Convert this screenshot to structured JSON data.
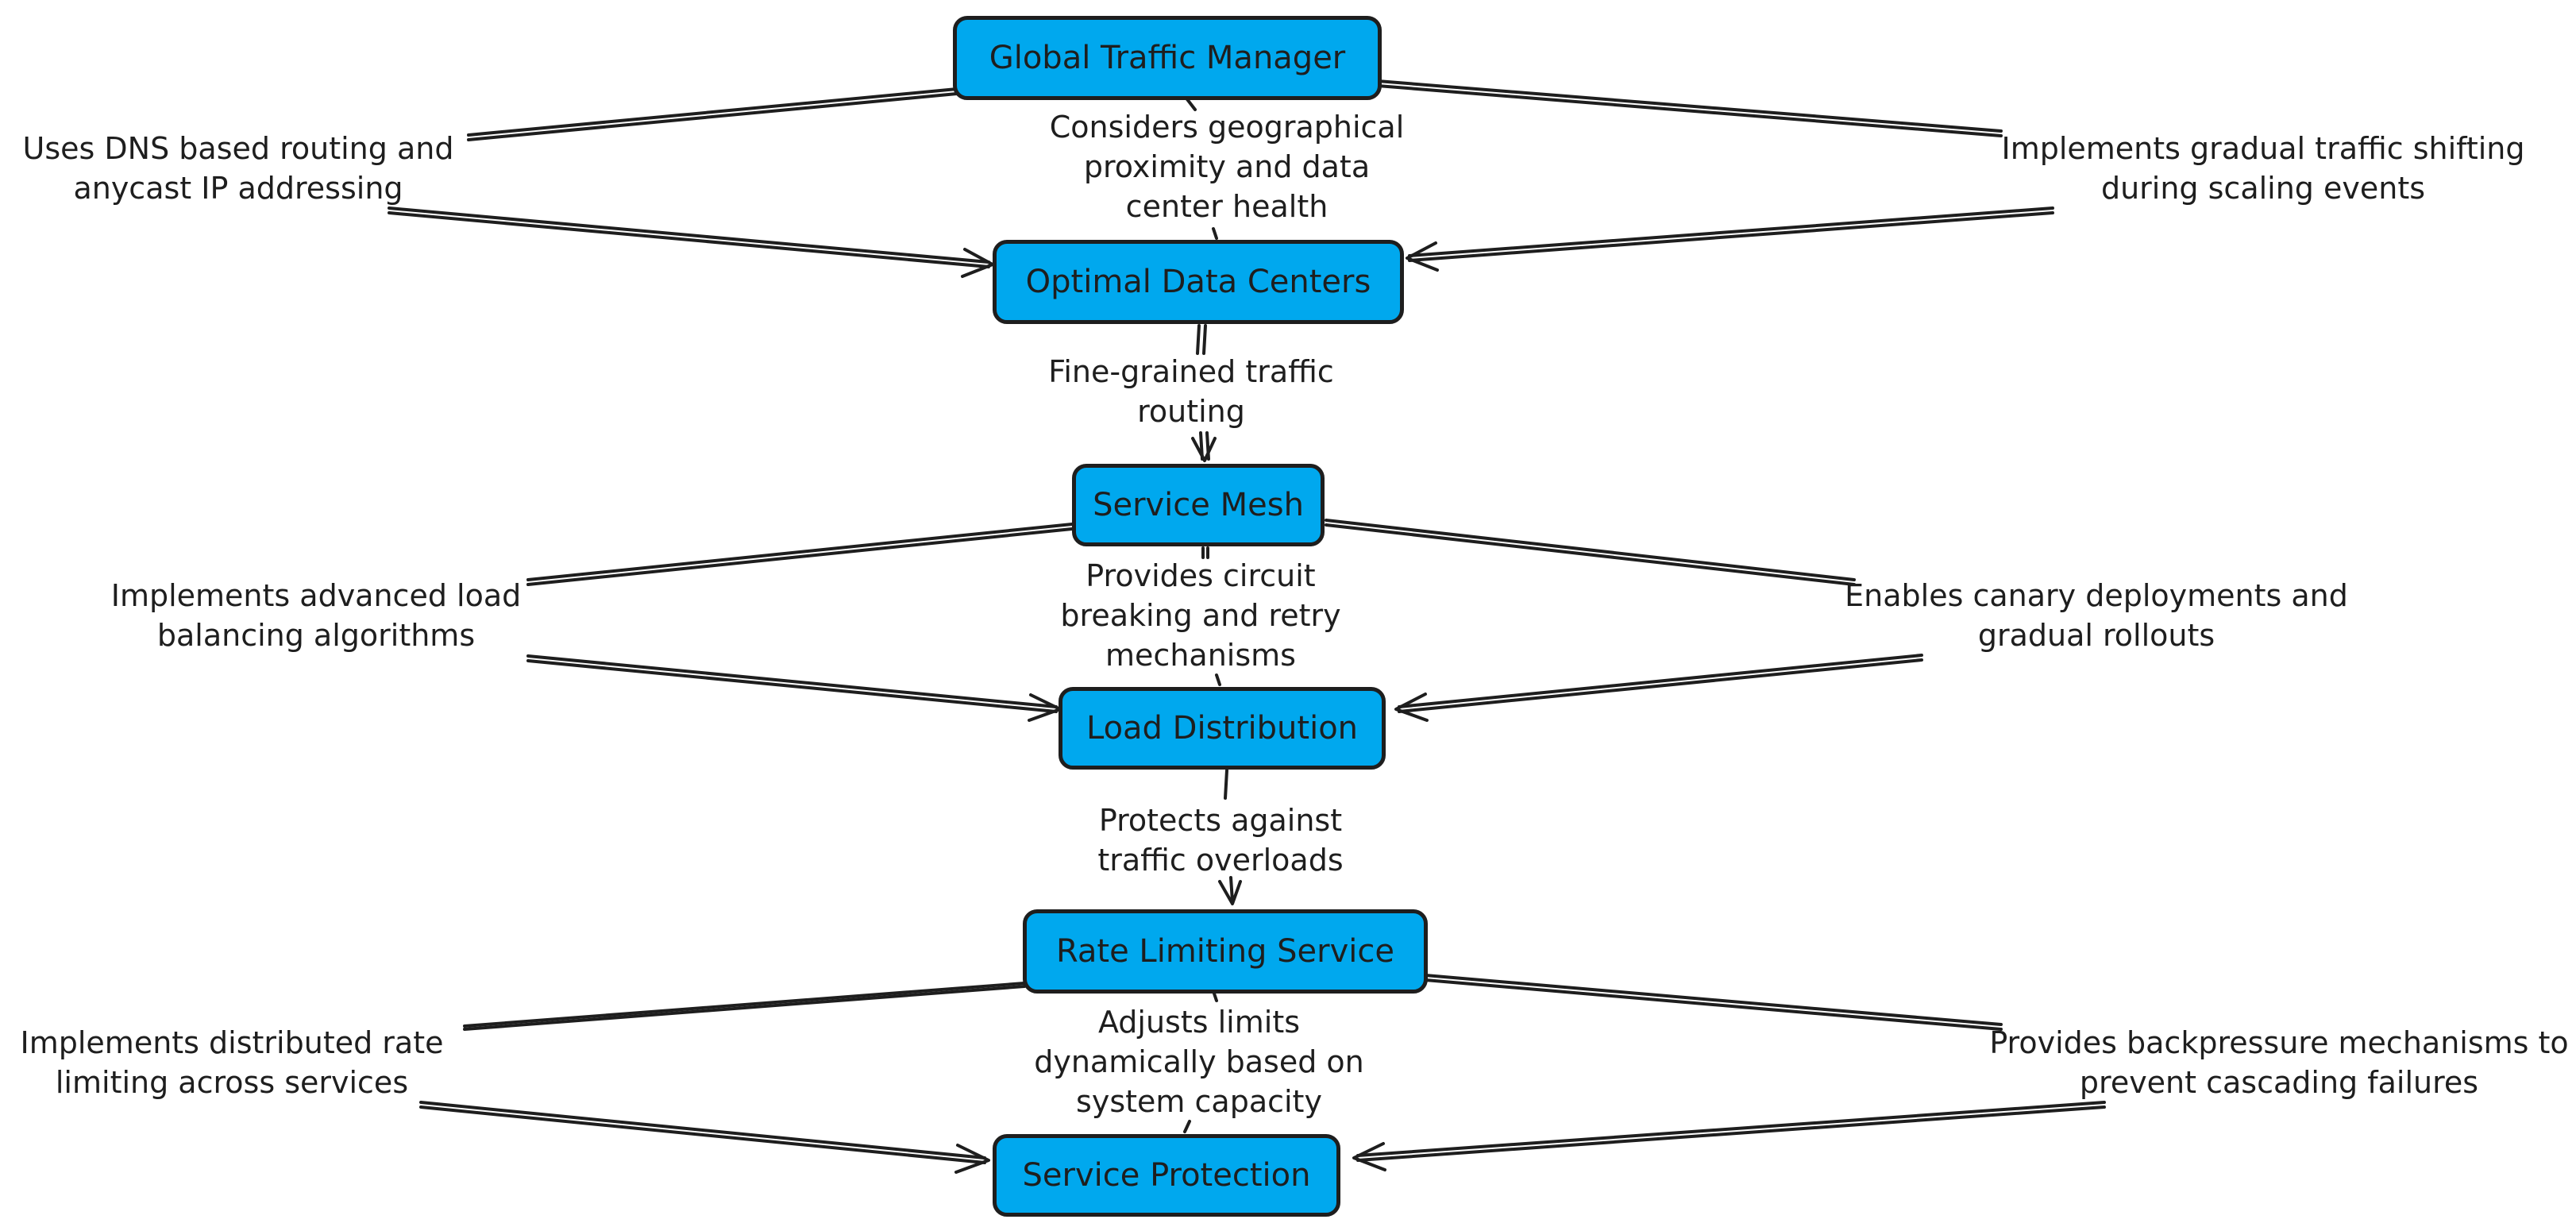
{
  "nodes": {
    "gtm": "Global Traffic Manager",
    "odc": "Optimal Data Centers",
    "mesh": "Service Mesh",
    "load": "Load Distribution",
    "rate": "Rate Limiting Service",
    "protect": "Service Protection"
  },
  "edges": {
    "gtm_odc_center": [
      "Considers geographical",
      "proximity and data",
      "center health"
    ],
    "gtm_odc_left": [
      "Uses DNS based routing and",
      "anycast IP addressing"
    ],
    "gtm_odc_right": [
      "Implements gradual traffic shifting",
      "during scaling events"
    ],
    "odc_mesh_center": [
      "Fine-grained traffic",
      "routing"
    ],
    "mesh_load_center": [
      "Provides circuit",
      "breaking and retry",
      "mechanisms"
    ],
    "mesh_load_left": [
      "Implements advanced load",
      "balancing algorithms"
    ],
    "mesh_load_right": [
      "Enables canary deployments and",
      "gradual rollouts"
    ],
    "load_rate_center": [
      "Protects against",
      "traffic overloads"
    ],
    "rate_protect_center": [
      "Adjusts limits",
      "dynamically based on",
      "system capacity"
    ],
    "rate_protect_left": [
      "Implements distributed rate",
      "limiting across services"
    ],
    "rate_protect_right": [
      "Provides backpressure mechanisms to",
      "prevent cascading failures"
    ]
  },
  "colors": {
    "node_fill": "#00a8ee",
    "stroke": "#1e1e1e"
  }
}
